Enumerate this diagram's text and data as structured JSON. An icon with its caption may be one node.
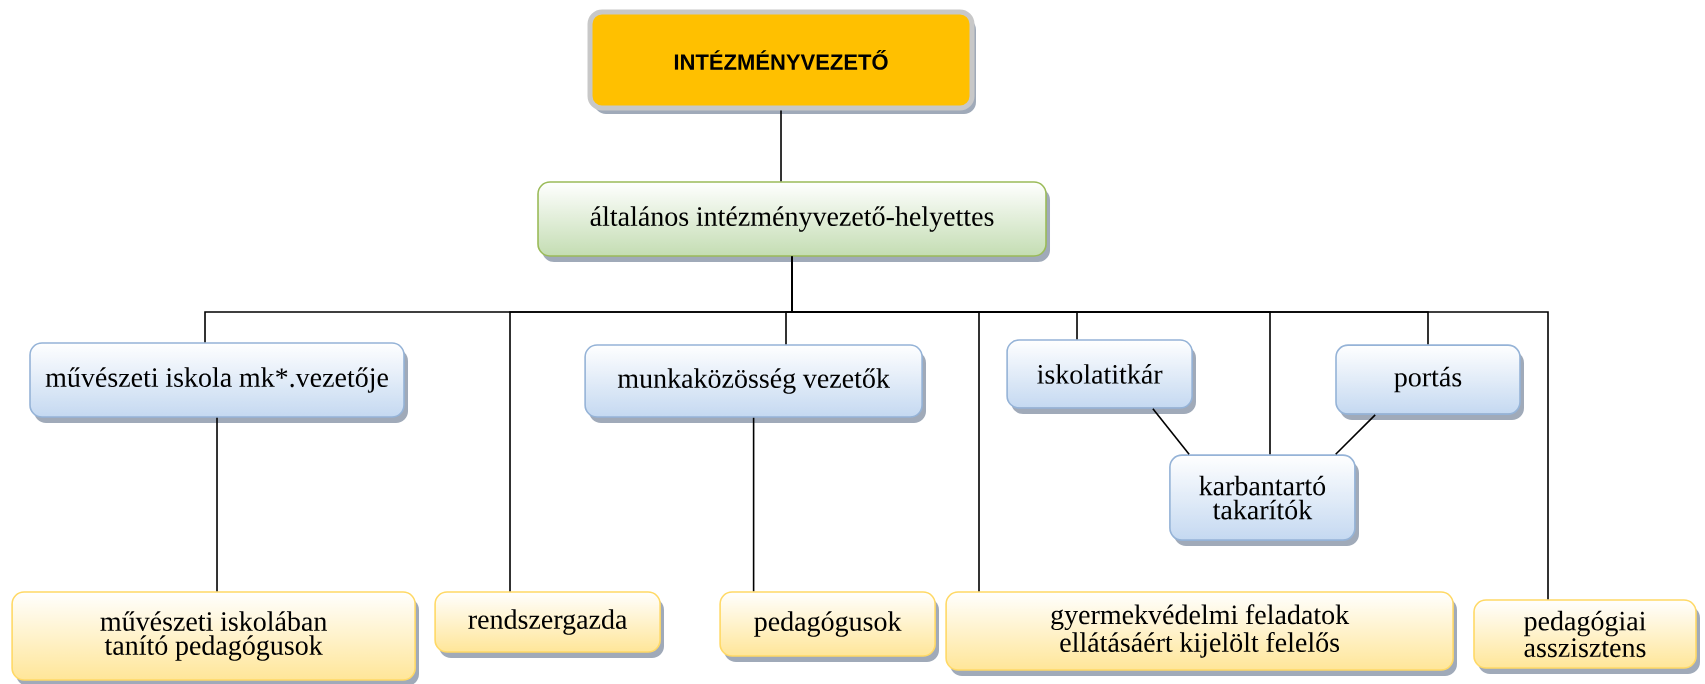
{
  "diagram": {
    "nodes": [
      {
        "text": [
          "INTÉZMÉNYVEZETŐ"
        ]
      },
      {
        "text": [
          "általános intézményvezető-helyettes"
        ]
      },
      {
        "text": [
          "művészeti iskola mk*.vezetője"
        ]
      },
      {
        "text": [
          "munkaközösség vezetők"
        ]
      },
      {
        "text": [
          "iskolatitkár"
        ]
      },
      {
        "text": [
          "portás"
        ]
      },
      {
        "text": [
          "karbantartó takarítók"
        ]
      },
      {
        "text": [
          "művészeti iskolában tanító pedagógusok"
        ]
      },
      {
        "text": [
          "rendszergazda"
        ]
      },
      {
        "text": [
          "pedagógusok"
        ]
      },
      {
        "text": [
          "gyermekvédelmi feladatok ellátásáért kijelölt felelős"
        ]
      },
      {
        "text": [
          "pedagógiai asszisztens"
        ]
      }
    ],
    "edges": [
      {
        "from": 0,
        "to": 1,
        "arrow": "none"
      },
      {
        "from": 1,
        "to": 2,
        "arrow": "none"
      },
      {
        "from": 1,
        "to": 8,
        "arrow": "none"
      },
      {
        "from": 1,
        "to": 3,
        "arrow": "none"
      },
      {
        "from": 1,
        "to": 10,
        "arrow": "none"
      },
      {
        "from": 1,
        "to": 4,
        "arrow": "none"
      },
      {
        "from": 1,
        "to": 6,
        "arrow": "none"
      },
      {
        "from": 1,
        "to": 5,
        "arrow": "none"
      },
      {
        "from": 1,
        "to": 11,
        "arrow": "none"
      },
      {
        "from": 2,
        "to": 7,
        "arrow": "none"
      },
      {
        "from": 3,
        "to": 9,
        "arrow": "none"
      },
      {
        "from": 4,
        "to": 6,
        "arrow": "none"
      },
      {
        "from": 5,
        "to": 6,
        "arrow": "none"
      }
    ]
  }
}
